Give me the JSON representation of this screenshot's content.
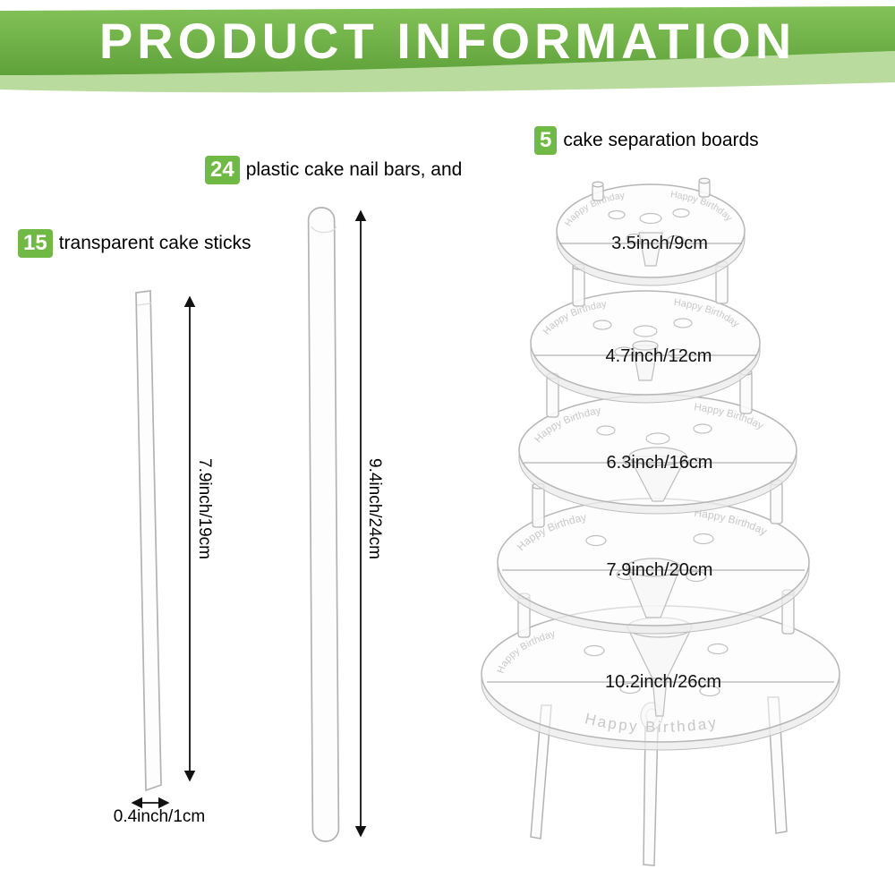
{
  "banner": {
    "title": "PRODUCT INFORMATION"
  },
  "items": {
    "sticks": {
      "count": "15",
      "label": "transparent cake sticks",
      "length": "7.9inch/19cm",
      "diameter": "0.4inch/1cm"
    },
    "nail_bars": {
      "count": "24",
      "label": "plastic cake nail bars, and",
      "length": "9.4inch/24cm"
    },
    "boards": {
      "count": "5",
      "label": "cake separation boards",
      "engraving": "Happy Birthday",
      "sizes": [
        "3.5inch/9cm",
        "4.7inch/12cm",
        "6.3inch/16cm",
        "7.9inch/20cm",
        "10.2inch/26cm"
      ]
    }
  },
  "colors": {
    "banner_green_top": "#83c258",
    "banner_green_bottom": "#5fa23a",
    "light_green": "#b9dc9e",
    "badge_green": "#6fb944"
  }
}
